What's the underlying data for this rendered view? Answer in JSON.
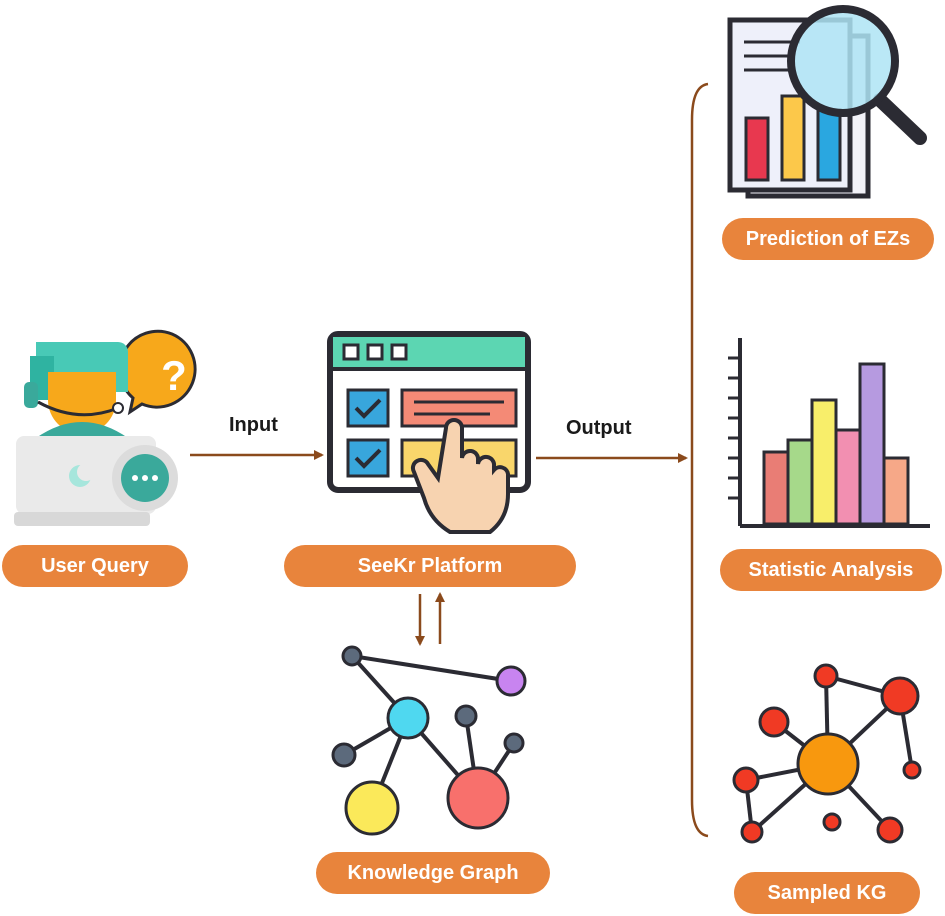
{
  "nodes": {
    "user_query": "User Query",
    "platform": "SeeKr Platform",
    "knowledge_graph": "Knowledge Graph",
    "prediction": "Prediction of EZs",
    "statistic": "Statistic Analysis",
    "sampled_kg": "Sampled KG"
  },
  "edges": {
    "input": "Input",
    "output": "Output"
  },
  "icons": {
    "user": "support-agent-icon",
    "platform": "touch-dashboard-icon",
    "kg": "network-graph-icon",
    "prediction": "report-magnifier-icon",
    "statistic": "bar-chart-icon",
    "sampled": "sampled-network-icon"
  },
  "colors": {
    "pill": "#e8843c",
    "arrow": "#8b4a1c",
    "outline": "#2b2b33"
  }
}
